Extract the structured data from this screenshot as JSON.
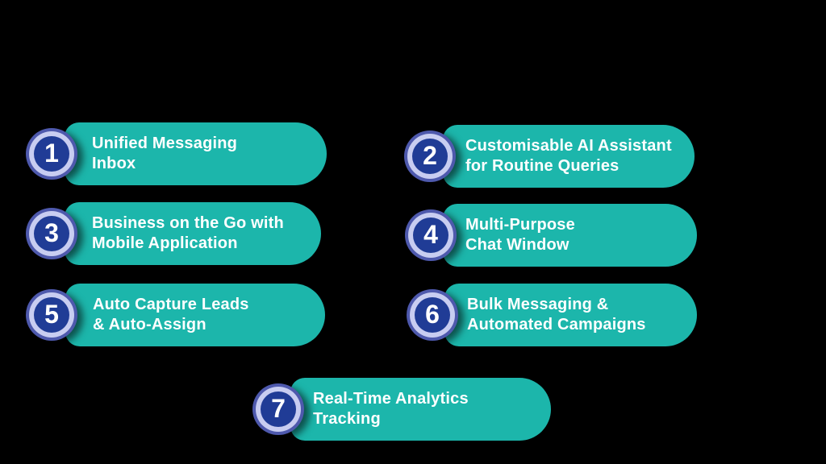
{
  "background_color": "#000000",
  "colors": {
    "bar_teal": "#1CB6AB",
    "badge_navy": "#203C96",
    "badge_ring_light": "#C8CDF1",
    "badge_ring_outer": "#4E59AD",
    "text": "#FFFFFF"
  },
  "features": [
    {
      "number": "1",
      "line1": "Unified Messaging",
      "line2": "Inbox"
    },
    {
      "number": "2",
      "line1": "Customisable AI Assistant",
      "line2": "for Routine Queries"
    },
    {
      "number": "3",
      "line1": "Business on the Go with",
      "line2": "Mobile Application"
    },
    {
      "number": "4",
      "line1": "Multi-Purpose",
      "line2": "Chat Window"
    },
    {
      "number": "5",
      "line1": "Auto Capture Leads",
      "line2": "& Auto-Assign"
    },
    {
      "number": "6",
      "line1": "Bulk Messaging &",
      "line2": "Automated Campaigns"
    },
    {
      "number": "7",
      "line1": "Real-Time Analytics",
      "line2": "Tracking"
    }
  ]
}
